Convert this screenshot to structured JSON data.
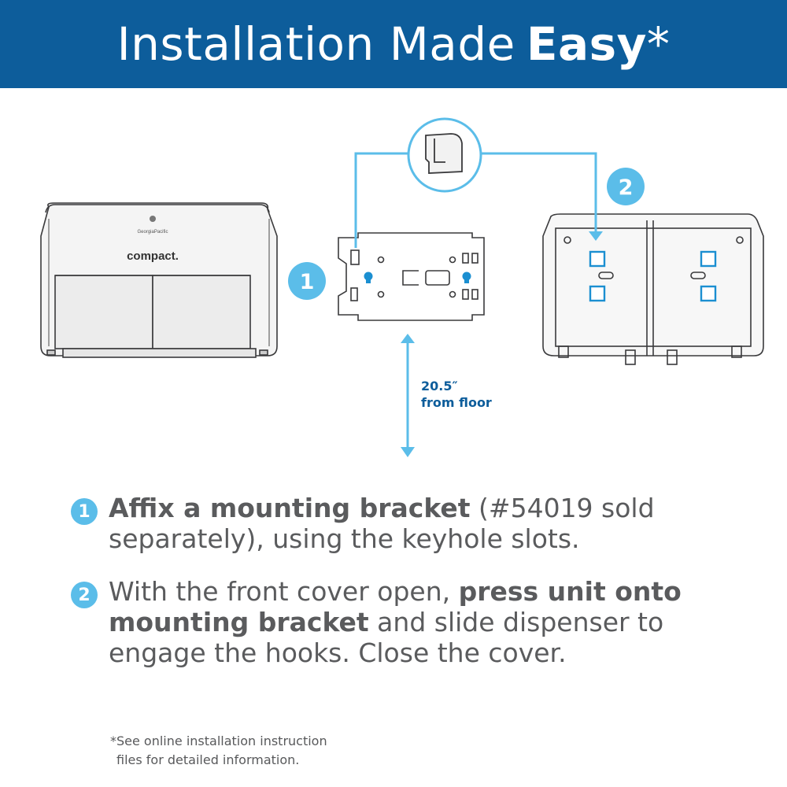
{
  "header": {
    "title_regular": "Installation Made",
    "title_bold": "Easy",
    "title_asterisk": "*"
  },
  "diagram": {
    "callout_1": "1",
    "callout_2": "2",
    "distance_line1": "20.5″",
    "distance_line2": "from floor",
    "brand_small": "GeorgiaPacific",
    "brand_name": "compact.",
    "accent_color": "#5bbde9",
    "banner_color": "#0d5d9b"
  },
  "steps": [
    {
      "number": "1",
      "bold": "Affix a mounting bracket",
      "text_after": " (#54019 sold separately), using the keyhole slots."
    },
    {
      "number": "2",
      "text_before": "With the front cover open, ",
      "bold": "press unit onto mounting bracket",
      "text_after": " and slide dispenser to engage the hooks. Close the cover."
    }
  ],
  "footnote": {
    "line1": "*See online installation instruction",
    "line2": "files for detailed information."
  }
}
